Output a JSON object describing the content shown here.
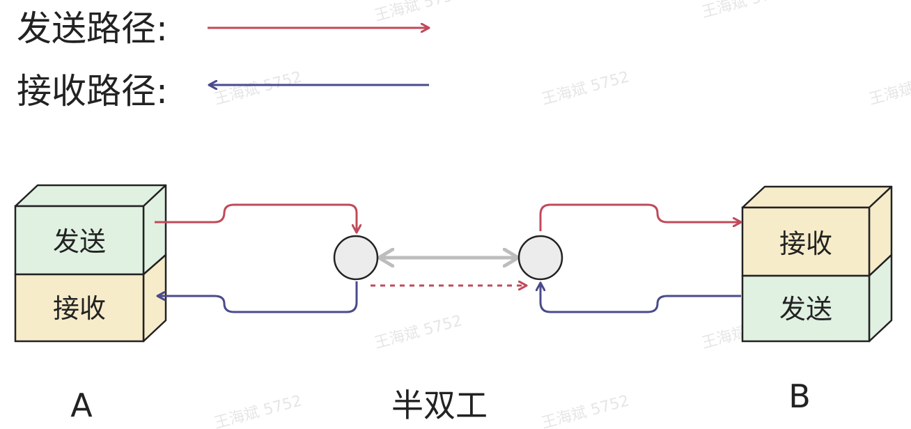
{
  "legend": {
    "send_label": "发送路径:",
    "receive_label": "接收路径:"
  },
  "colors": {
    "send": "#c04a5a",
    "receive": "#4a4a8c",
    "link": "#bdbdbd",
    "node": "#ececec",
    "send_block": "#e0f1e2",
    "receive_block": "#f7ecca"
  },
  "station_a": {
    "top_label": "发送",
    "bottom_label": "接收",
    "name": "A"
  },
  "station_b": {
    "top_label": "接收",
    "bottom_label": "发送",
    "name": "B"
  },
  "mode_label": "半双工",
  "watermark": "王海斌 5752"
}
